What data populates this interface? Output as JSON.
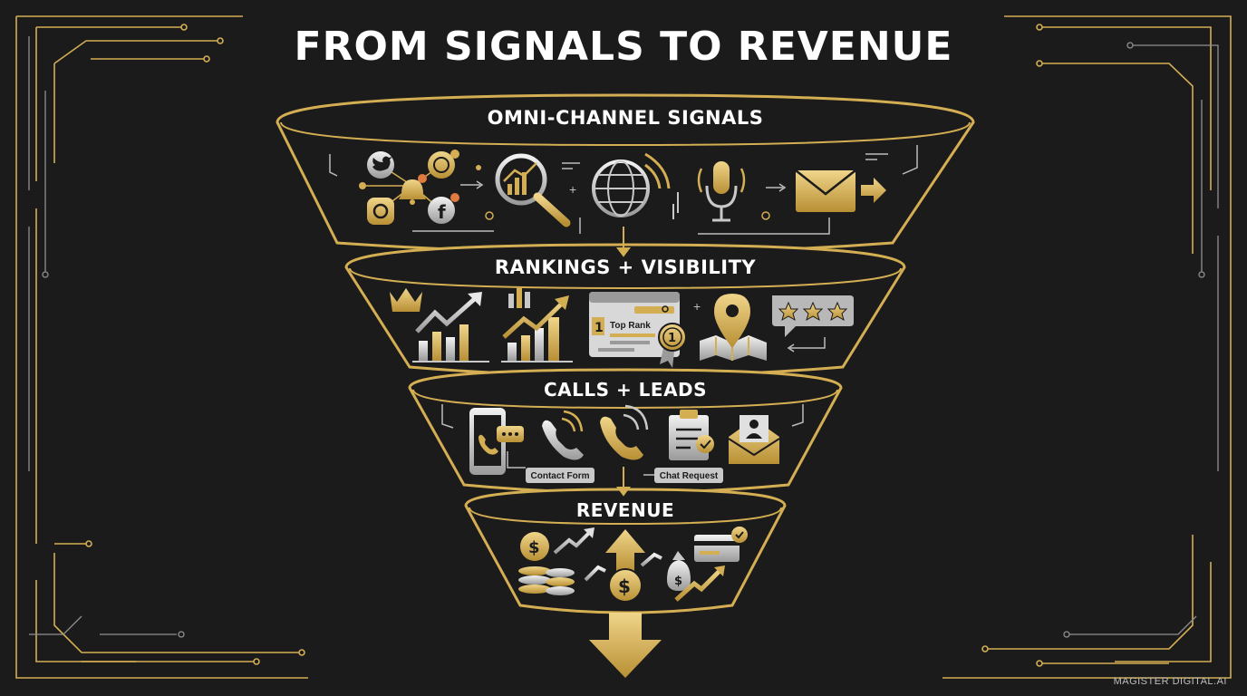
{
  "title": "FROM SIGNALS TO REVENUE",
  "stages": [
    {
      "label": "OMNI-CHANNEL SIGNALS",
      "icons": [
        "twitter-icon",
        "whatsapp-icon",
        "bell-icon",
        "instagram-icon",
        "facebook-icon",
        "analytics-magnifier-icon",
        "globe-icon",
        "microphone-icon",
        "email-icon"
      ]
    },
    {
      "label": "RANKINGS + VISIBILITY",
      "icons": [
        "crown-icon",
        "growth-chart-icon",
        "bar-chart-icon",
        "search-results-icon",
        "award-badge-icon",
        "map-pin-icon",
        "star-rating-icon"
      ],
      "search_card_rank": "1",
      "search_card_text": "Top Rank",
      "badge_number": "1"
    },
    {
      "label": "CALLS + LEADS",
      "icons": [
        "smartphone-icon",
        "phone-call-icon",
        "phone-ringing-icon",
        "clipboard-icon",
        "contact-envelope-icon"
      ],
      "contact_form": "Contact Form",
      "chat_request": "Chat Request"
    },
    {
      "label": "REVENUE",
      "icons": [
        "coins-icon",
        "upward-dollar-arrow-icon",
        "money-bag-icon",
        "credit-card-icon"
      ]
    }
  ],
  "watermark": "MAGISTER DIGITAL.AI",
  "colors": {
    "background": "#1b1b1c",
    "gold": "#d4ae52",
    "silver": "#c8c8c8",
    "text": "#ffffff"
  }
}
